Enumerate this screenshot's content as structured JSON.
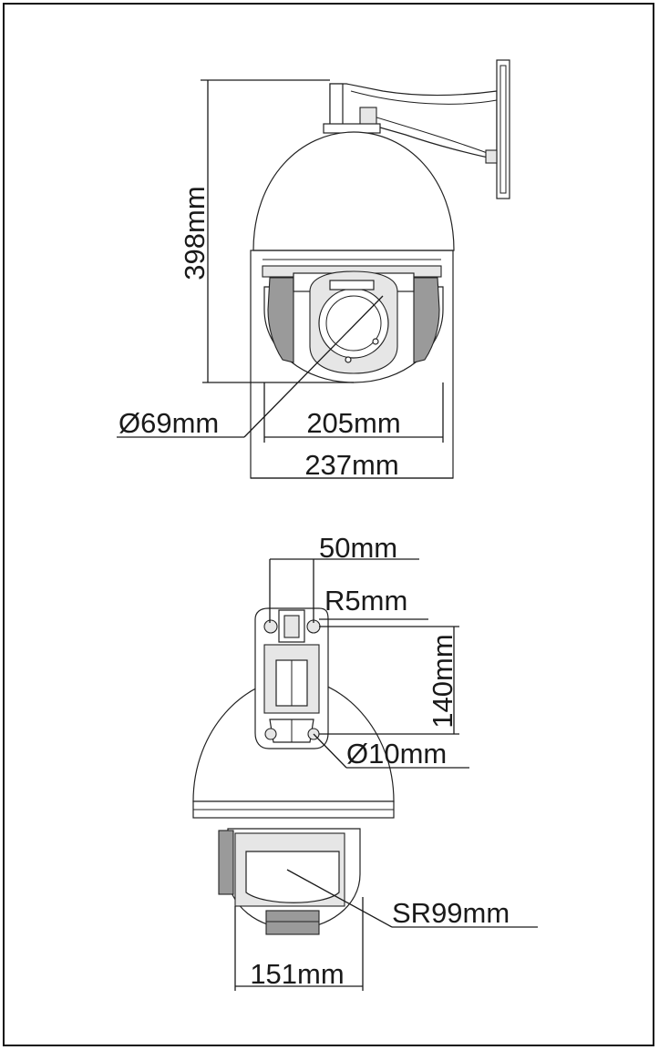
{
  "top_view": {
    "height_label": "398mm",
    "lens_diameter_label": "Ø69mm",
    "inner_width_label": "205mm",
    "outer_width_label": "237mm"
  },
  "mount_view": {
    "hole_spacing_label": "50mm",
    "corner_radius_label": "R5mm",
    "plate_height_label": "140mm",
    "hole_diameter_label": "Ø10mm",
    "sphere_radius_label": "SR99mm",
    "base_width_label": "151mm"
  }
}
